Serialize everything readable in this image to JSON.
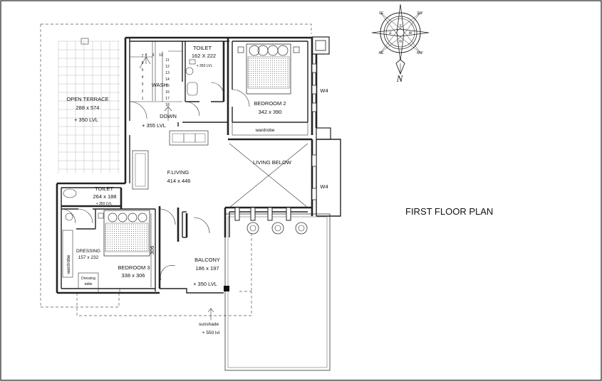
{
  "plan_title": "FIRST FLOOR PLAN",
  "north_label": "N",
  "compass": {
    "points": [
      "N",
      "S",
      "E",
      "W"
    ],
    "intercardinals": [
      "SE",
      "SW",
      "NE",
      "NW"
    ]
  },
  "rooms": {
    "open_terrace": {
      "name": "OPEN TERRACE",
      "size": "288 x 574",
      "level": "+ 350 LVL"
    },
    "toilet_top": {
      "name": "TOILET",
      "size": "162 X 222",
      "level": "+ 350 LVL"
    },
    "bedroom2": {
      "name": "BEDROOM 2",
      "size": "342 x 390"
    },
    "wardrobe_top": {
      "name": "wardrobe"
    },
    "living_below": {
      "name": "LIVING BELOW"
    },
    "f_living": {
      "name": "F.LIVING",
      "size": "414 x 446"
    },
    "toilet_left": {
      "name": "TOILET",
      "size": "264 x 188",
      "level": "+ 350 LVL"
    },
    "dressing": {
      "name": "DRESSING",
      "size": "157 x 232"
    },
    "wardrobe_left": {
      "name": "wardrobe"
    },
    "dressing_table": {
      "line1": "Dressing",
      "line2": "table"
    },
    "bedroom3": {
      "name": "BEDROOM 3",
      "size": "338 x 306"
    },
    "balcony": {
      "name": "BALCONY",
      "size": "186 x 197",
      "level": "+ 350 LVL"
    }
  },
  "stair": {
    "steps": [
      "1",
      "2",
      "3",
      "4",
      "5",
      "6",
      "7",
      "8",
      "9",
      "10",
      "11",
      "12",
      "13",
      "14",
      "15",
      "16",
      "17",
      "18"
    ],
    "wash_label": "WASH",
    "down_label": "DOWN",
    "landing_level": "+ 355 LVL"
  },
  "windows": {
    "w4_upper": "W4",
    "w4_lower": "W4"
  },
  "dimension_306": "306",
  "sunshade": {
    "line1": "sunshade",
    "line2": "+ 550 lvl"
  }
}
